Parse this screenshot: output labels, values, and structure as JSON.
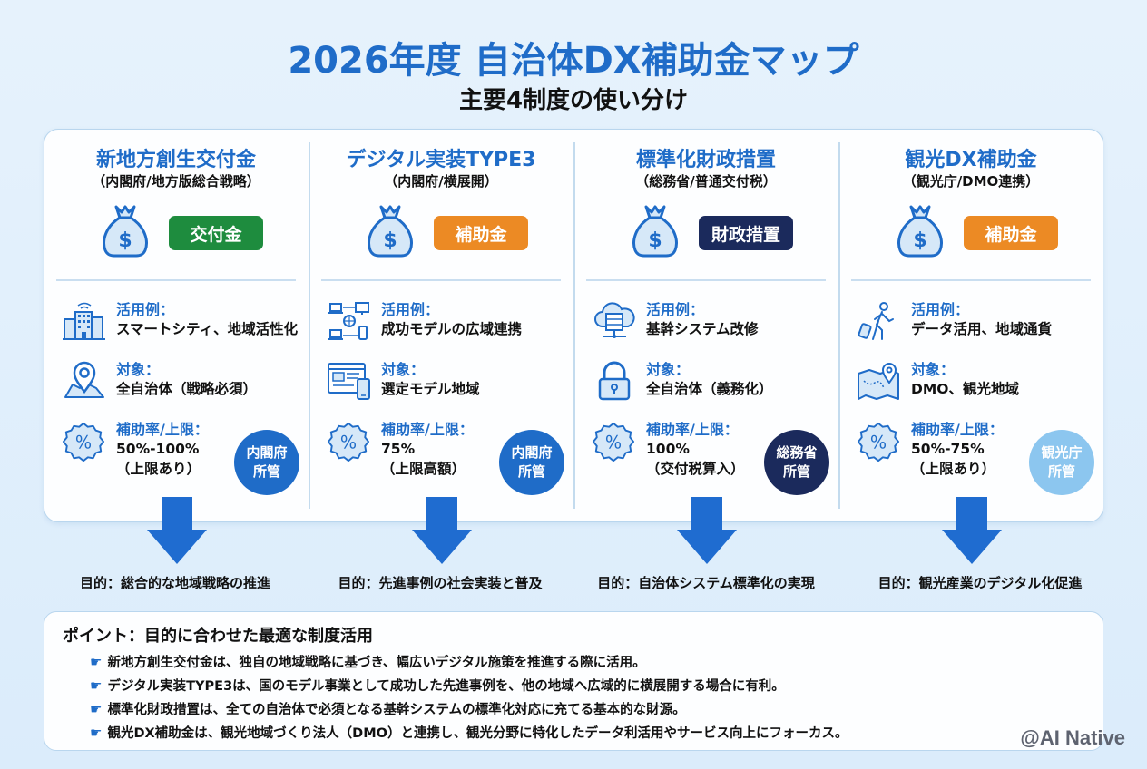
{
  "header": {
    "title": "2026年度 自治体DX補助金マップ",
    "subtitle": "主要4制度の使い分け"
  },
  "colors": {
    "primary": "#1f6cc8",
    "green": "#1e8c3e",
    "orange": "#ec8a24",
    "navy": "#1b2a5c",
    "light_blue": "#8cc6ef"
  },
  "schemes": [
    {
      "title": "新地方創生交付金",
      "subtitle": "（内閣府/地方版総合戦略）",
      "badge": "交付金",
      "badge_color": "#1e8c3e",
      "usage_label": "活用例：",
      "usage_value": "スマートシティ、地域活性化",
      "usage_icon": "smart-city-building-icon",
      "target_label": "対象：",
      "target_value": "全自治体（戦略必須）",
      "target_icon": "map-pin-icon",
      "rate_label": "補助率/上限：",
      "rate_value_1": "50%-100%",
      "rate_value_2": "（上限あり）",
      "rate_icon": "percent-badge-icon",
      "dept_line1": "内閣府",
      "dept_line2": "所管",
      "dept_color": "#1f6cc8",
      "purpose": "目的：総合的な地域戦略の推進"
    },
    {
      "title": "デジタル実装TYPE3",
      "subtitle": "（内閣府/横展開）",
      "badge": "補助金",
      "badge_color": "#ec8a24",
      "usage_label": "活用例：",
      "usage_value": "成功モデルの広域連携",
      "usage_icon": "network-devices-icon",
      "target_label": "対象：",
      "target_value": "選定モデル地域",
      "target_icon": "web-mobile-icon",
      "rate_label": "補助率/上限：",
      "rate_value_1": "75%",
      "rate_value_2": "（上限高額）",
      "rate_icon": "percent-badge-icon",
      "dept_line1": "内閣府",
      "dept_line2": "所管",
      "dept_color": "#1f6cc8",
      "purpose": "目的：先進事例の社会実装と普及"
    },
    {
      "title": "標準化財政措置",
      "subtitle": "（総務省/普通交付税）",
      "badge": "財政措置",
      "badge_color": "#1b2a5c",
      "usage_label": "活用例：",
      "usage_value": "基幹システム改修",
      "usage_icon": "cloud-server-icon",
      "target_label": "対象：",
      "target_value": "全自治体（義務化）",
      "target_icon": "padlock-icon",
      "rate_label": "補助率/上限：",
      "rate_value_1": "100%",
      "rate_value_2": "（交付税算入）",
      "rate_icon": "percent-badge-icon",
      "dept_line1": "総務省",
      "dept_line2": "所管",
      "dept_color": "#1b2a5c",
      "purpose": "目的：自治体システム標準化の実現"
    },
    {
      "title": "観光DX補助金",
      "subtitle": "（観光庁/DMO連携）",
      "badge": "補助金",
      "badge_color": "#ec8a24",
      "usage_label": "活用例：",
      "usage_value": "データ活用、地域通貨",
      "usage_icon": "traveler-icon",
      "target_label": "対象：",
      "target_value": "DMO、観光地域",
      "target_icon": "tourist-map-icon",
      "rate_label": "補助率/上限：",
      "rate_value_1": "50%-75%",
      "rate_value_2": "（上限あり）",
      "rate_icon": "percent-badge-icon",
      "dept_line1": "観光庁",
      "dept_line2": "所管",
      "dept_color": "#8cc6ef",
      "purpose": "目的：観光産業のデジタル化促進"
    }
  ],
  "points": {
    "title": "ポイント：目的に合わせた最適な制度活用",
    "bullet_icon": "pointing-hand-icon",
    "bullet_glyph": "☛",
    "items": [
      "新地方創生交付金は、独自の地域戦略に基づき、幅広いデジタル施策を推進する際に活用。",
      "デジタル実装TYPE3は、国のモデル事業として成功した先進事例を、他の地域へ広域的に横展開する場合に有利。",
      "標準化財政措置は、全ての自治体で必須となる基幹システムの標準化対応に充てる基本的な財源。",
      "観光DX補助金は、観光地域づくり法人（DMO）と連携し、観光分野に特化したデータ利活用やサービス向上にフォーカス。"
    ]
  },
  "watermark": "@AI Native"
}
